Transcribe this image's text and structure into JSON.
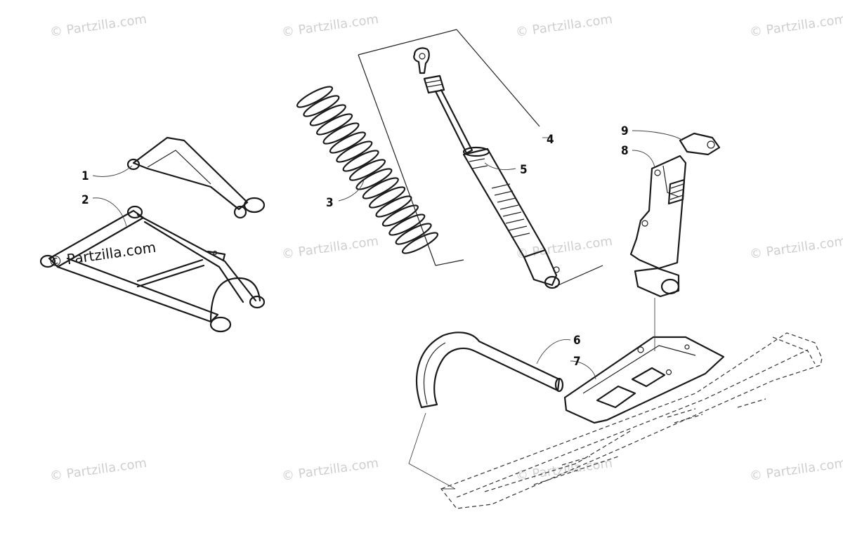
{
  "watermarks": {
    "text": "© Partzilla.com",
    "highlighted": "© Partzilla.com"
  },
  "callouts": [
    "1",
    "2",
    "3",
    "4",
    "5",
    "6",
    "7",
    "8",
    "9"
  ],
  "colors": {
    "line": "#1a1a1a",
    "watermark": "#cfcfcf"
  }
}
